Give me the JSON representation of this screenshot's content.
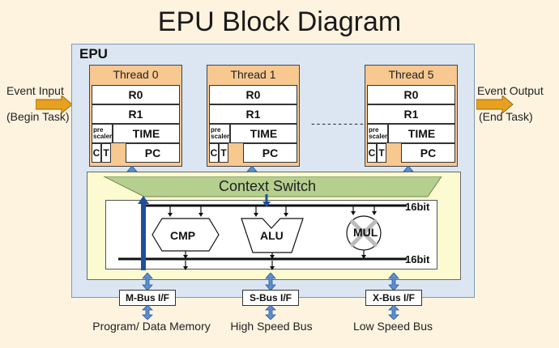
{
  "title": "EPU Block Diagram",
  "epu_label": "EPU",
  "event_input": {
    "line1": "Event Input",
    "line2": "(Begin Task)"
  },
  "event_output": {
    "line1": "Event Output",
    "line2": "(End Task)"
  },
  "threads": [
    {
      "name": "Thread 0"
    },
    {
      "name": "Thread 1"
    },
    {
      "name": "Thread 5"
    }
  ],
  "registers": {
    "r0": "R0",
    "r1": "R1",
    "prescaler_line1": "pre",
    "prescaler_line2": "scaler",
    "time": "TIME",
    "c": "C",
    "t": "T",
    "pc": "PC"
  },
  "ellipsis": "----------",
  "context_switch": "Context Switch",
  "bus_width_top": "16bit",
  "bus_width_bottom": "16bit",
  "units": {
    "cmp": "CMP",
    "alu": "ALU",
    "mul": "MUL"
  },
  "interfaces": [
    {
      "name": "M-Bus I/F",
      "target": "Program/ Data Memory"
    },
    {
      "name": "S-Bus I/F",
      "target": "High Speed Bus"
    },
    {
      "name": "X-Bus I/F",
      "target": "Low Speed Bus"
    }
  ],
  "colors": {
    "background": "#fdf3df",
    "epu_fill": "#dce6f2",
    "thread_fill": "#f8c891",
    "core_fill": "#fcfad0",
    "context_switch_fill": "#b5cf8e",
    "arrow_blue": "#5b8fd0",
    "arrow_orange": "#e8a020",
    "bus_blue": "#1f4e9a"
  }
}
